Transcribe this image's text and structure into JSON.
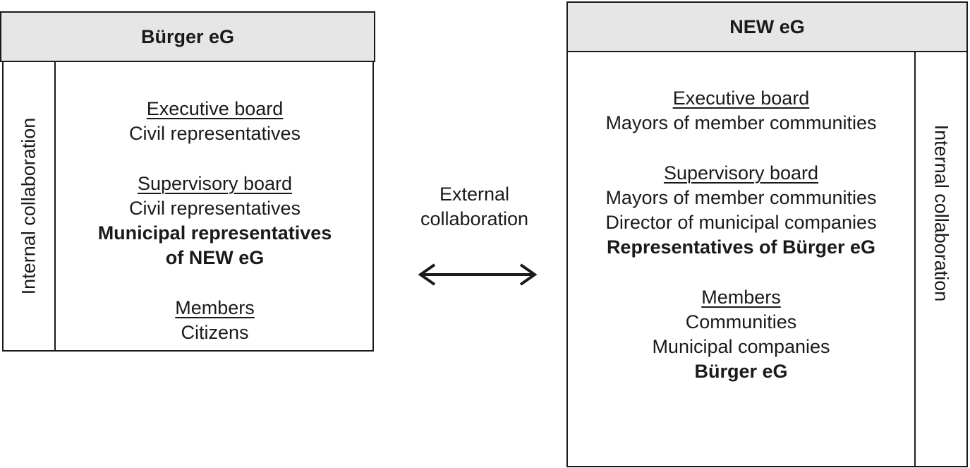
{
  "left_org": {
    "title": "Bürger eG",
    "side_label": "Internal collaboration",
    "executive_board": {
      "heading": "Executive board",
      "lines": [
        "Civil representatives"
      ]
    },
    "supervisory_board": {
      "heading": "Supervisory board",
      "lines": [
        "Civil representatives"
      ],
      "bold_lines": [
        "Municipal representatives",
        "of NEW eG"
      ]
    },
    "members": {
      "heading": "Members",
      "lines": [
        "Citizens"
      ]
    }
  },
  "middle": {
    "label_line1": "External",
    "label_line2": "collaboration",
    "arrow": "double-headed-arrow"
  },
  "right_org": {
    "title": "NEW eG",
    "side_label": "Internal collaboration",
    "executive_board": {
      "heading": "Executive board",
      "lines": [
        "Mayors of member communities"
      ]
    },
    "supervisory_board": {
      "heading": "Supervisory board",
      "lines": [
        "Mayors of member communities",
        "Director of municipal companies"
      ],
      "bold_lines": [
        "Representatives of Bürger eG"
      ]
    },
    "members": {
      "heading": "Members",
      "lines": [
        "Communities",
        "Municipal companies"
      ],
      "bold_lines": [
        "Bürger eG"
      ]
    }
  },
  "colors": {
    "header_fill": "#e6e6e6",
    "stroke": "#1a1a1a",
    "background": "#ffffff"
  }
}
